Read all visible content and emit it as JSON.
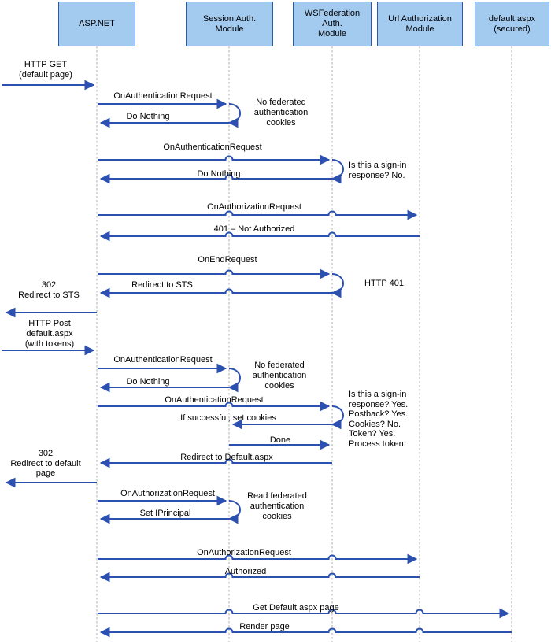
{
  "actors": [
    {
      "label": "ASP.NET"
    },
    {
      "label": "Session Auth.\nModule"
    },
    {
      "label": "WSFederation\nAuth.\nModule"
    },
    {
      "label": "Url Authorization\nModule"
    },
    {
      "label": "default.aspx\n(secured)"
    }
  ],
  "messages": {
    "http_get": "HTTP GET\n(default page)",
    "on_authn_1": "OnAuthenticationRequest",
    "do_nothing_1": "Do Nothing",
    "note_no_fed_1": "No federated\nauthentication\ncookies",
    "on_authn_2": "OnAuthenticationRequest",
    "do_nothing_2": "Do Nothing",
    "note_signin_no": "Is this a sign-in\nresponse? No.",
    "on_authz_1": "OnAuthorizationRequest",
    "not_authorized": "401 – Not Authorized",
    "on_end_request": "OnEndRequest",
    "redirect_to_sts": "Redirect to STS",
    "note_http_401": "HTTP 401",
    "resp_302_sts": "302\nRedirect to STS",
    "http_post": "HTTP Post\ndefault.aspx\n(with tokens)",
    "on_authn_3": "OnAuthenticationRequest",
    "note_no_fed_2": "No federated\nauthentication\ncookies",
    "do_nothing_3": "Do Nothing",
    "on_authn_4": "OnAuthenticationRequest",
    "if_successful": "If successful, set cookies",
    "done": "Done",
    "note_signin_yes": "Is this a sign-in\nresponse? Yes.\nPostback? Yes.\nCookies? No.\nToken? Yes.\nProcess token.",
    "redirect_default": "Redirect to Default.aspx",
    "resp_302_default": "302\nRedirect to default\npage",
    "on_authz_2": "OnAuthorizationRequest",
    "set_iprincipal": "Set IPrincipal",
    "note_read_fed": "Read federated\nauthentication\ncookies",
    "on_authz_3": "OnAuthorizationRequest",
    "authorized": "Authorized",
    "get_default": "Get Default.aspx page",
    "render_page": "Render page"
  },
  "colors": {
    "background": "#FFFFFF",
    "actor_fill": "#A3CBF0",
    "actor_border": "#2E58A8",
    "arrow": "#2B50AF",
    "lifeline": "#AFAFAF",
    "text": "#000000"
  }
}
